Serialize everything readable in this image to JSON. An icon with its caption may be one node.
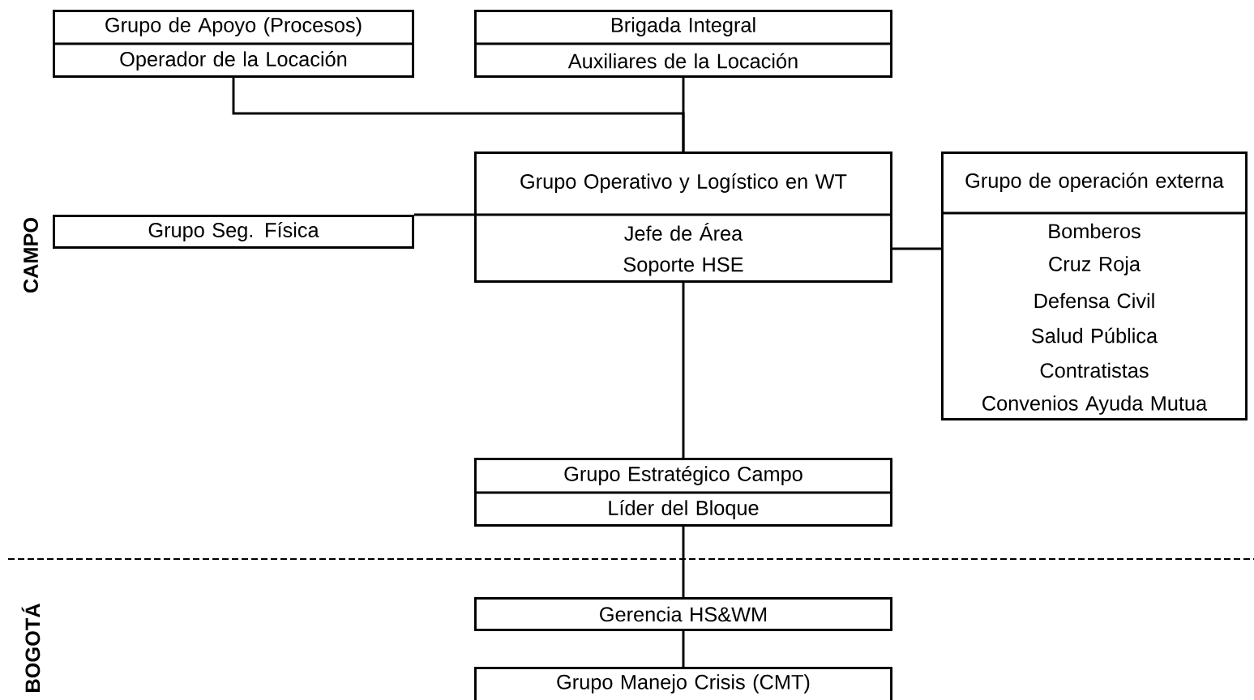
{
  "diagram": {
    "nodes": [
      {
        "text": [
          "Grupo de Apoyo (Procesos)",
          "Operador de la Locación"
        ]
      },
      {
        "text": [
          "Brigada Integral",
          "Auxiliares de la Locación"
        ]
      },
      {
        "text": [
          "Grupo Operativo y Logístico en WT",
          "Jefe de Área",
          "Soporte HSE"
        ]
      },
      {
        "text": [
          "Grupo Seg. Física"
        ]
      },
      {
        "text": [
          "Grupo de operación externa",
          "Bomberos",
          "Cruz Roja",
          "Defensa Civil",
          "Salud Pública",
          "Contratistas",
          "Convenios Ayuda Mutua"
        ]
      },
      {
        "text": [
          "Grupo Estratégico Campo",
          "Líder del Bloque"
        ]
      },
      {
        "text": [
          "Gerencia HS&WM"
        ]
      },
      {
        "text": [
          "Grupo Manejo Crisis (CMT)"
        ]
      }
    ],
    "edges": [
      {
        "from": 0,
        "to": 2,
        "arrow": "none"
      },
      {
        "from": 1,
        "to": 2,
        "arrow": "none"
      },
      {
        "from": 3,
        "to": 2,
        "arrow": "none"
      },
      {
        "from": 2,
        "to": 4,
        "arrow": "none"
      },
      {
        "from": 2,
        "to": 5,
        "arrow": "none"
      },
      {
        "from": 5,
        "to": 6,
        "arrow": "none"
      },
      {
        "from": 6,
        "to": 7,
        "arrow": "none"
      }
    ],
    "labels": [
      "CAMPO",
      "BOGOTÁ"
    ]
  }
}
